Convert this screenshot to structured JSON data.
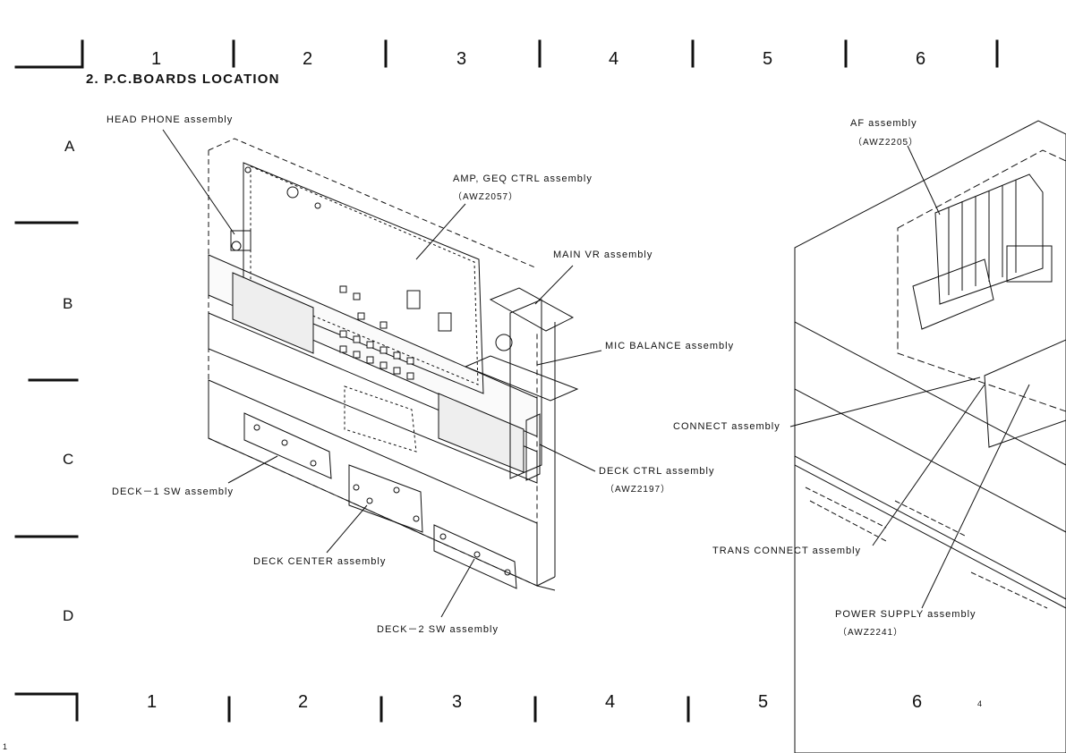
{
  "header": {
    "section_title": "2. P.C.BOARDS LOCATION",
    "columns_top": [
      "1",
      "2",
      "3",
      "4",
      "5",
      "6"
    ],
    "columns_bottom": [
      "1",
      "2",
      "3",
      "4",
      "5",
      "6"
    ],
    "rows": [
      "A",
      "B",
      "C",
      "D"
    ]
  },
  "labels": {
    "head_phone": "HEAD PHONE assembly",
    "amp_geq": "AMP, GEQ CTRL assembly",
    "amp_geq_code": "（AWZ2057）",
    "main_vr": "MAIN VR assembly",
    "mic_balance": "MIC BALANCE assembly",
    "deck_ctrl": "DECK CTRL assembly",
    "deck_ctrl_code": "（AWZ2197）",
    "deck1_sw": "DECK－1 SW assembly",
    "deck_center": "DECK CENTER assembly",
    "deck2_sw": "DECK－2 SW assembly",
    "af": "AF assembly",
    "af_code": "（AWZ2205）",
    "connect": "CONNECT assembly",
    "trans_connect": "TRANS CONNECT assembly",
    "power_supply": "POWER SUPPLY assembly",
    "power_supply_code": "（AWZ2241）"
  },
  "page": {
    "page_number": "4",
    "corner_number": "1"
  }
}
